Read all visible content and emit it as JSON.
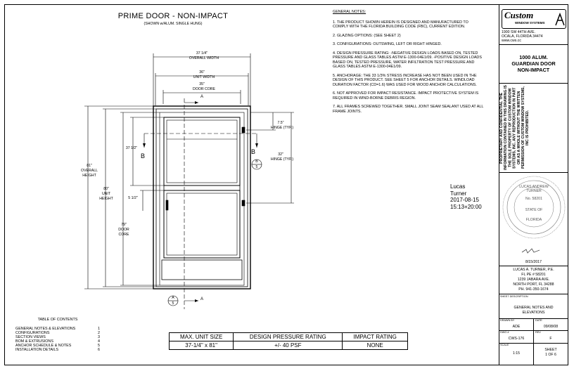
{
  "header": {
    "title": "PRIME DOOR - NON-IMPACT",
    "subtitle": "(SHOWN w/ALUM. SINGLE HUNG)"
  },
  "dims": {
    "overall_width": "37 1/4\"",
    "overall_width_label": "OVERALL WIDTH",
    "unit_width": "36\"",
    "unit_width_label": "UNIT WIDTH",
    "door_core_width": "35\"",
    "door_core_width_label": "DOOR CORE",
    "overall_height": "81\"",
    "overall_height_label1": "OVERALL",
    "overall_height_label2": "HEIGHT",
    "unit_height": "80\"",
    "unit_height_label1": "UNIT",
    "unit_height_label2": "HEIGHT",
    "door_core_height": "79\"",
    "door_core_height_label1": "DOOR",
    "door_core_height_label2": "CORE",
    "glass_upper": "37 1/2\"",
    "glass_lower": "5 1/2\"",
    "hinge1": "7.5\"",
    "hinge1_label": "HINGE (TYP.)",
    "hinge2": "32\"",
    "hinge2_label": "HINGE (TYP.)",
    "section_a_top": "A",
    "section_a_bottom": "A",
    "section_b_left": "B",
    "section_b_right": "B",
    "callout_b_letter": "B",
    "callout_b_sheet": "5",
    "callout_a_letter": "A",
    "callout_a_sheet": "5"
  },
  "notes": {
    "heading": "GENERAL NOTES:",
    "items": [
      "1. THE PRODUCT SHOWN HEREIN IS DESIGNED AND MANUFACTURED TO COMPLY WITH THE FLORIDA BUILDING CODE (FBC), CURRENT EDITION.",
      "2. GLAZING OPTIONS: (SEE SHEET 2)",
      "3. CONFIGURATIONS: OUTSWING, LEFT OR RIGHT HINGED.",
      "4. DESIGN PRESSURE RATING: -NEGATIVE DESIGN LOADS BASED ON, TESTED PRESSURE AND GLASS TABLES ASTM E-1300-04e1/09. -POSITIVE DESIGN LOADS BASED ON, TESTED PRESSURE, WATER INFILTRATION TEST PRESSURE AND GLASS TABLES ASTM E-1300-04e1/09.",
      "5. ANCHORAGE: THE 33 1/3% STRESS INCREASE HAS NOT BEEN USED IN THE DESIGN OF THIS PRODUCT. SEE SHEET 5 FOR ANCHOR DETAILS. WINDLOAD DURATION FACTOR (Cd=1.6) WAS USED FOR WOOD ANCHOR CALCULATIONS.",
      "6. NOT APPROVED FOR IMPACT RESISTANCE. IMPACT PROTECTIVE SYSTEM IS REQUIRED IN WIND-BORNE DEBRIS REGION.",
      "7. ALL FRAMES SCREWED TOGETHER. SMALL JOINT SEAM SEALANT USED AT ALL FRAME JOINTS."
    ]
  },
  "signature": {
    "name1": "Lucas",
    "name2": "Turner",
    "date": "2017-08-15",
    "time": "15:13+20:00"
  },
  "seal": {
    "top": "LUCAS ANDREW TURNER",
    "license": "No. 58201",
    "state": "STATE OF",
    "bottom": "FLORIDA"
  },
  "toc": {
    "heading": "TABLE OF CONTENTS",
    "rows": [
      {
        "label": "GENERAL NOTES & ELEVATIONS",
        "page": "1"
      },
      {
        "label": "CONFIGURATIONS",
        "page": "2"
      },
      {
        "label": "SECTION VIEWS",
        "page": "3"
      },
      {
        "label": "BOM & EXTRUSIONS",
        "page": "4"
      },
      {
        "label": "ANCHOR SCHEDULE & NOTES",
        "page": "5"
      },
      {
        "label": "INSTALLATION DETAILS",
        "page": "6"
      }
    ]
  },
  "ratings": {
    "h1": "MAX. UNIT SIZE",
    "h2": "DESIGN PRESSURE RATING",
    "h3": "IMPACT RATING",
    "v1": "37-1/4\" x 81\"",
    "v2": "+/- 40 PSF",
    "v3": "NONE"
  },
  "title_block": {
    "logo": "Custom",
    "logo_sub": "WINDOW SYSTEMS",
    "address1": "1900 SW 44TH AVE.",
    "address2": "OCALA, FLORIDA 34474",
    "web": "www.cws.cc",
    "product1": "1000 ALUM.",
    "product2": "GUARDIAN DOOR",
    "product3": "NON-IMPACT",
    "confidential": "PROPRIETARY AND CONFIDENTIAL THE INFORMATION CONTAINED IN THIS DRAWING IS THE SOLE PROPERTY OF CUSTOM WINDOW SYSTEMS, INC. ANY REPRODUCTION IN PART OR AS A WHOLE WITHOUT THE WRITTEN PERMISSION OF CUSTOM WINDOW SYSTEMS, INC IS PROHIBITED.",
    "sig_date": "8/15/2017",
    "engineer": "LUCAS A. TURNER, P.E.",
    "pe": "FL PE # 58201",
    "street": "1239 JABARA AVE.",
    "city": "NORTH PORT, FL 34288",
    "phone": "PH. 941-350-1674",
    "sheet_desc_label": "SHEET DESCRIPTION",
    "sheet_desc1": "GENERAL NOTES AND",
    "sheet_desc2": "ELEVATIONS",
    "drawn_label": "DRAWN BY",
    "drawn": "ADE",
    "date_label": "DATE",
    "date": "09/08/08",
    "dwg_label": "DWG #",
    "dwg": "CWS-176",
    "rev_label": "REV",
    "rev": "F",
    "scale_label": "SCALE",
    "scale": "1:15",
    "sheet1": "SHEET",
    "sheet2": "1 OF 6"
  }
}
